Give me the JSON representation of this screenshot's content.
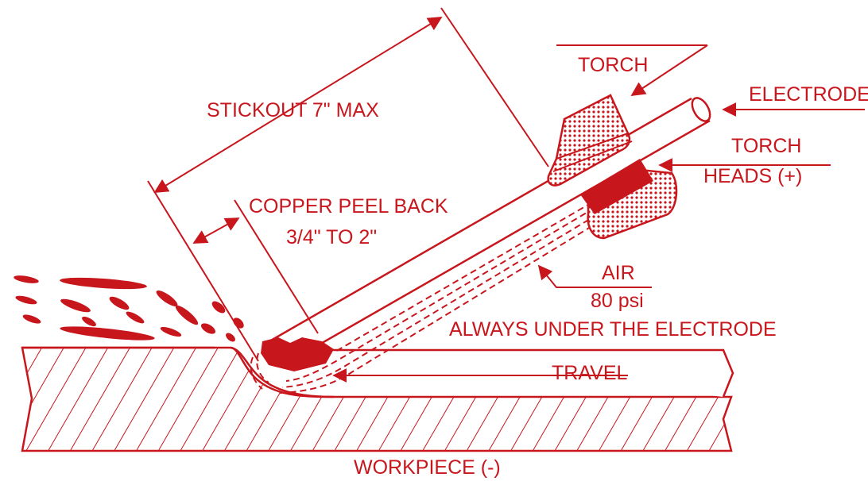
{
  "diagram": {
    "labels": {
      "torch": "TORCH",
      "electrode": "ELECTRODE",
      "torch_heads_line1": "TORCH",
      "torch_heads_line2": "HEADS (+)",
      "stickout": "STICKOUT 7\" MAX",
      "copper_line1": "COPPER PEEL BACK",
      "copper_line2": "3/4\" TO 2\"",
      "air_line1": "AIR",
      "air_line2": "80 psi",
      "air_line3": "ALWAYS UNDER THE ELECTRODE",
      "travel": "TRAVEL",
      "workpiece": "WORKPIECE (-)"
    },
    "colors": {
      "accent": "#c8161d",
      "background": "#ffffff"
    }
  }
}
